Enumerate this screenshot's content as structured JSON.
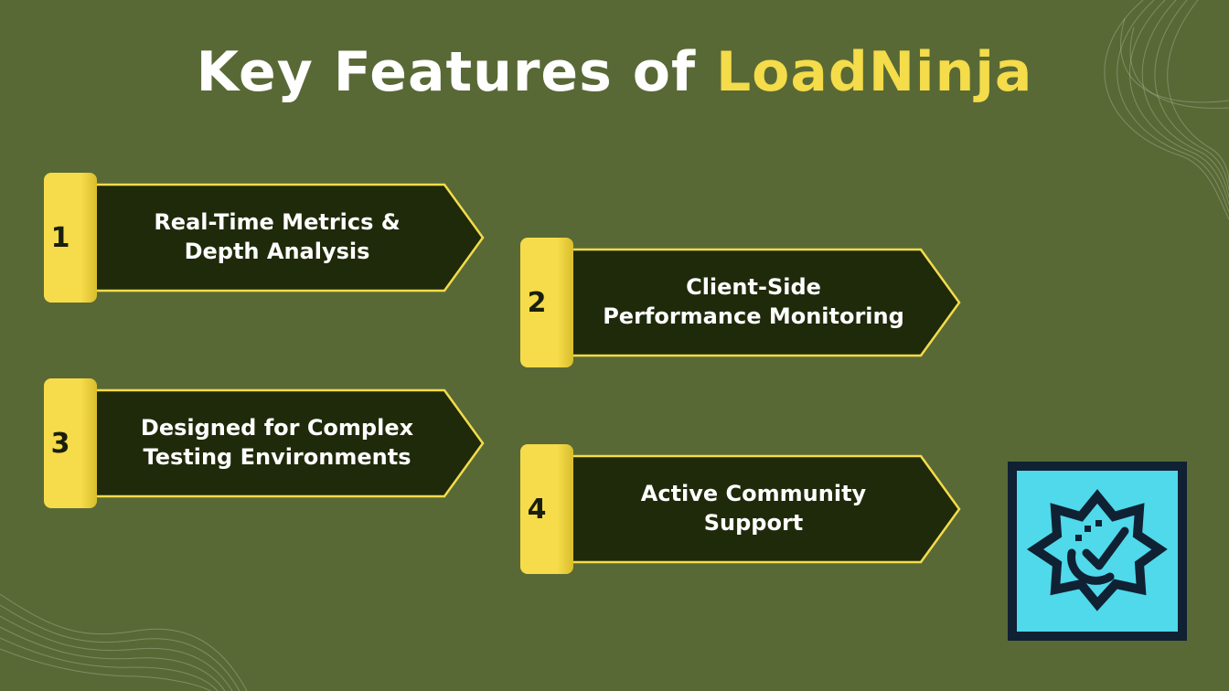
{
  "title": {
    "main": "Key Features of",
    "accent": "LoadNinja"
  },
  "features": [
    {
      "number": "1",
      "line1": "Real-Time Metrics &",
      "line2": "Depth Analysis"
    },
    {
      "number": "2",
      "line1": "Client-Side",
      "line2": "Performance Monitoring"
    },
    {
      "number": "3",
      "line1": "Designed for Complex",
      "line2": "Testing Environments"
    },
    {
      "number": "4",
      "line1": "Active Community",
      "line2": "Support"
    }
  ],
  "colors": {
    "background": "#596936",
    "accent_yellow": "#f4dc4a",
    "card_fill": "#1f2a0a",
    "logo_cyan": "#4fd9ea",
    "logo_navy": "#0f2133"
  },
  "logo": {
    "icon": "badge-check-icon"
  }
}
